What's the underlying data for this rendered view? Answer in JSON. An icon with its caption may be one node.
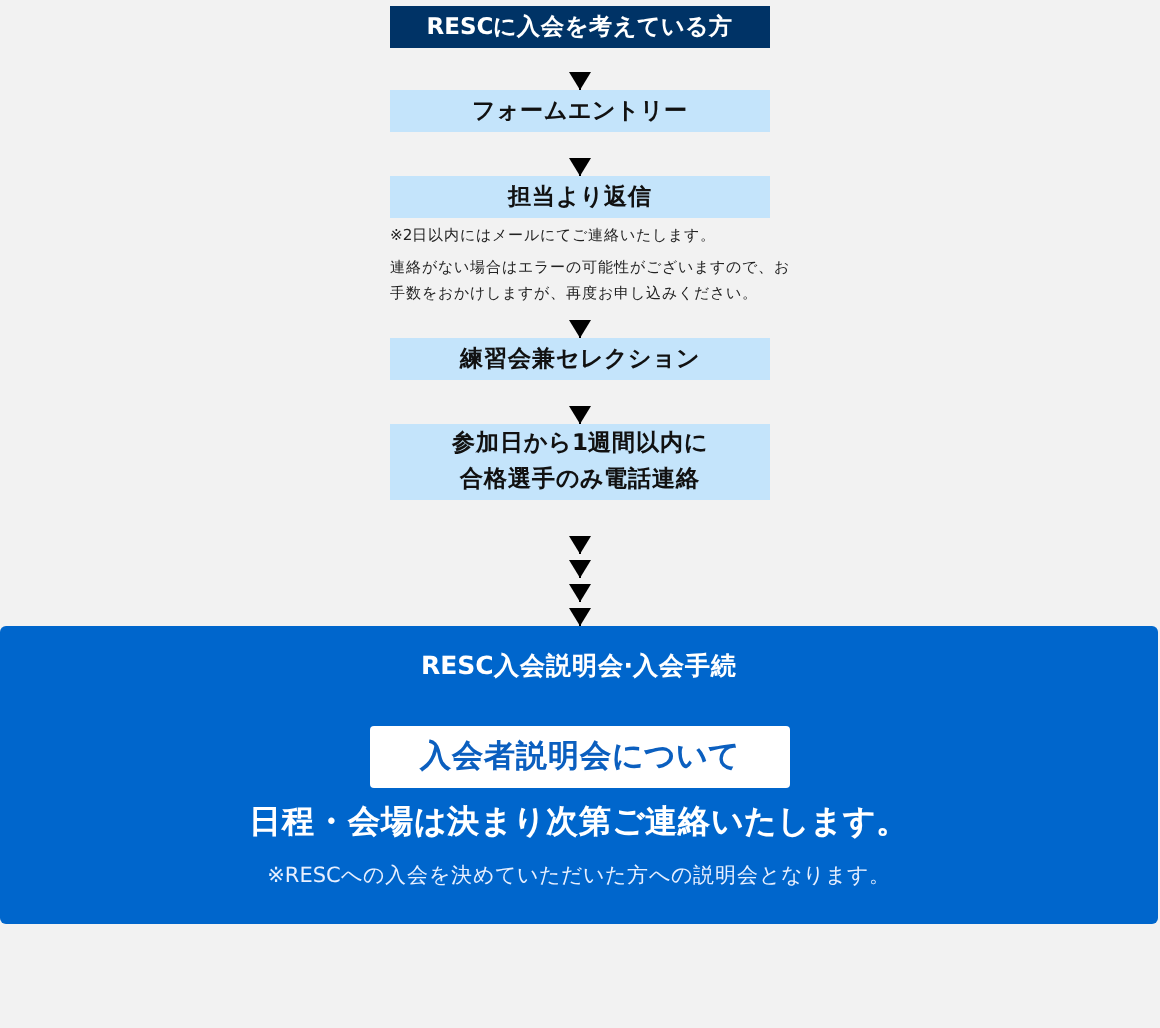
{
  "diagram": {
    "nodes": [
      {
        "text": [
          "RESCに入会を考えている方"
        ]
      },
      {
        "text": [
          "フォームエントリー"
        ]
      },
      {
        "text": [
          "担当より返信"
        ],
        "beside": [
          "※2日以内にはメールにてご連絡いたします。",
          "連絡がない場合はエラーの可能性がございますので、お手数をおかけしますが、再度お申し込みください。"
        ]
      },
      {
        "text": [
          "練習会兼セレクション"
        ]
      },
      {
        "text": [
          "参加日から1週間以内に合格選手のみ電話連絡"
        ]
      },
      {
        "text": [
          "RESC入会説明会·入会手続",
          "日程・会場は決まり次第ご連絡いたします。",
          "※RESCへの入会を決めていただいた方への説明会となります。"
        ]
      },
      {
        "text": [
          "入会者説明会について"
        ],
        "in": 5
      }
    ],
    "edges": [
      {
        "from": 0,
        "to": 1,
        "arrow": "to"
      },
      {
        "from": 1,
        "to": 2,
        "arrow": "to"
      },
      {
        "from": 2,
        "to": 3,
        "arrow": "to"
      },
      {
        "from": 3,
        "to": 4,
        "arrow": "to"
      },
      {
        "from": 4,
        "to": 5,
        "arrow": "to"
      }
    ]
  }
}
